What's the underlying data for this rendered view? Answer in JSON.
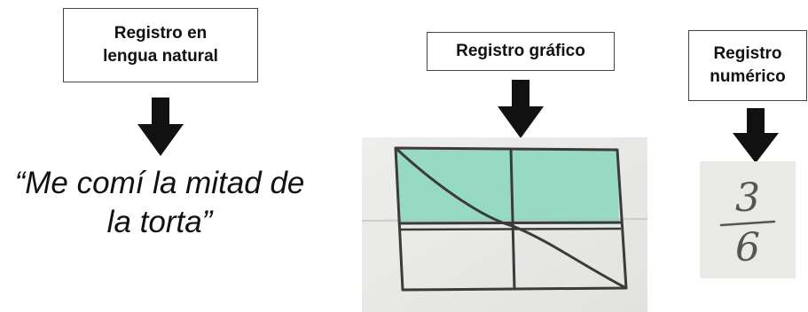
{
  "labels": {
    "natural": "Registro en\nlengua natural",
    "grafico": "Registro gráfico",
    "numerico": "Registro\nnumérico"
  },
  "quote": {
    "line1": "“Me comí la mitad de",
    "line2": "la torta”"
  },
  "fraction": {
    "numerator": "3",
    "denominator": "6"
  },
  "colors": {
    "shaded_fill": "#8ed8bf",
    "paper": "#ececea",
    "arrow": "#111111"
  },
  "icons": [
    "arrow-down-icon",
    "arrow-down-icon",
    "arrow-down-icon"
  ]
}
